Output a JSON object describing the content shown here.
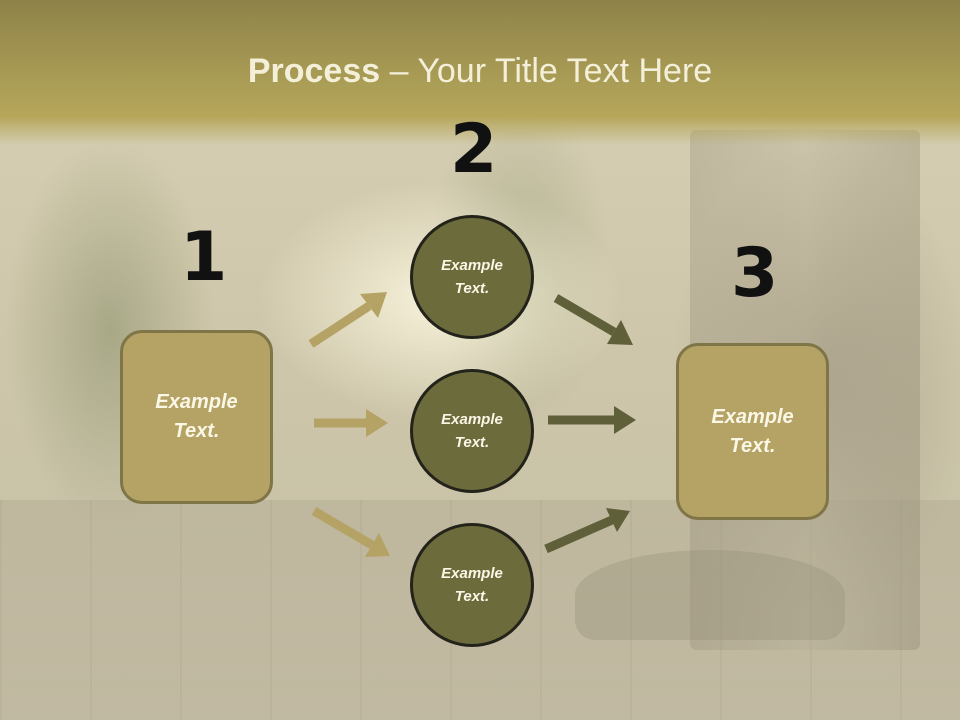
{
  "title": {
    "bold": "Process",
    "rest": " – Your Title Text Here"
  },
  "steps": [
    {
      "number": "1",
      "text": "Example\nText."
    },
    {
      "number": "2",
      "items": [
        "Example\nText.",
        "Example\nText.",
        "Example\nText."
      ]
    },
    {
      "number": "3",
      "text": "Example\nText."
    }
  ],
  "colors": {
    "header": "#a99c55",
    "box_fill": "#b5a265",
    "circle_fill": "#6c6b3c",
    "arrow_light": "#b5a265",
    "arrow_dark": "#5f5f3a"
  }
}
